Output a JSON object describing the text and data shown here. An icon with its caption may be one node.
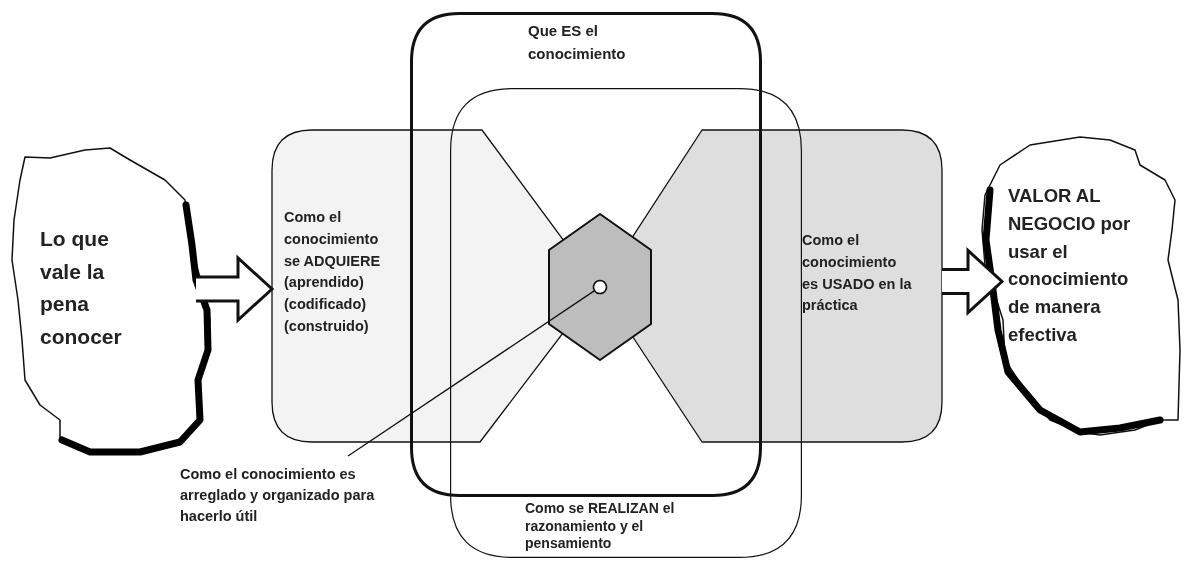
{
  "diagram": {
    "nodes": [
      {
        "text": [
          "Lo que vale la pena conocer"
        ]
      },
      {
        "text": [
          "Que ES el conocimiento"
        ]
      },
      {
        "text": [
          "Como se REALIZAN el razonamiento y el pensamiento"
        ]
      },
      {
        "text": [
          "Como el conocimiento se ADQUIERE (aprendido) (codificado) (construido)"
        ]
      },
      {
        "text": [],
        "shape": "hexagon"
      },
      {
        "text": [],
        "shape": "circle",
        "in": 4
      },
      {
        "text": [
          "Como el conocimiento es USADO en la práctica"
        ]
      },
      {
        "text": [
          "VALOR AL NEGOCIO por usar el conocimiento de manera efectiva"
        ]
      },
      {
        "text": [
          "Como el conocimiento es arreglado y organizado para hacerlo útil"
        ]
      }
    ],
    "edges": [
      {
        "from": 0,
        "to": 3,
        "arrow": "to"
      },
      {
        "from": 6,
        "to": 7,
        "arrow": "to"
      },
      {
        "from": 8,
        "to": 5,
        "arrow": "none"
      }
    ]
  }
}
